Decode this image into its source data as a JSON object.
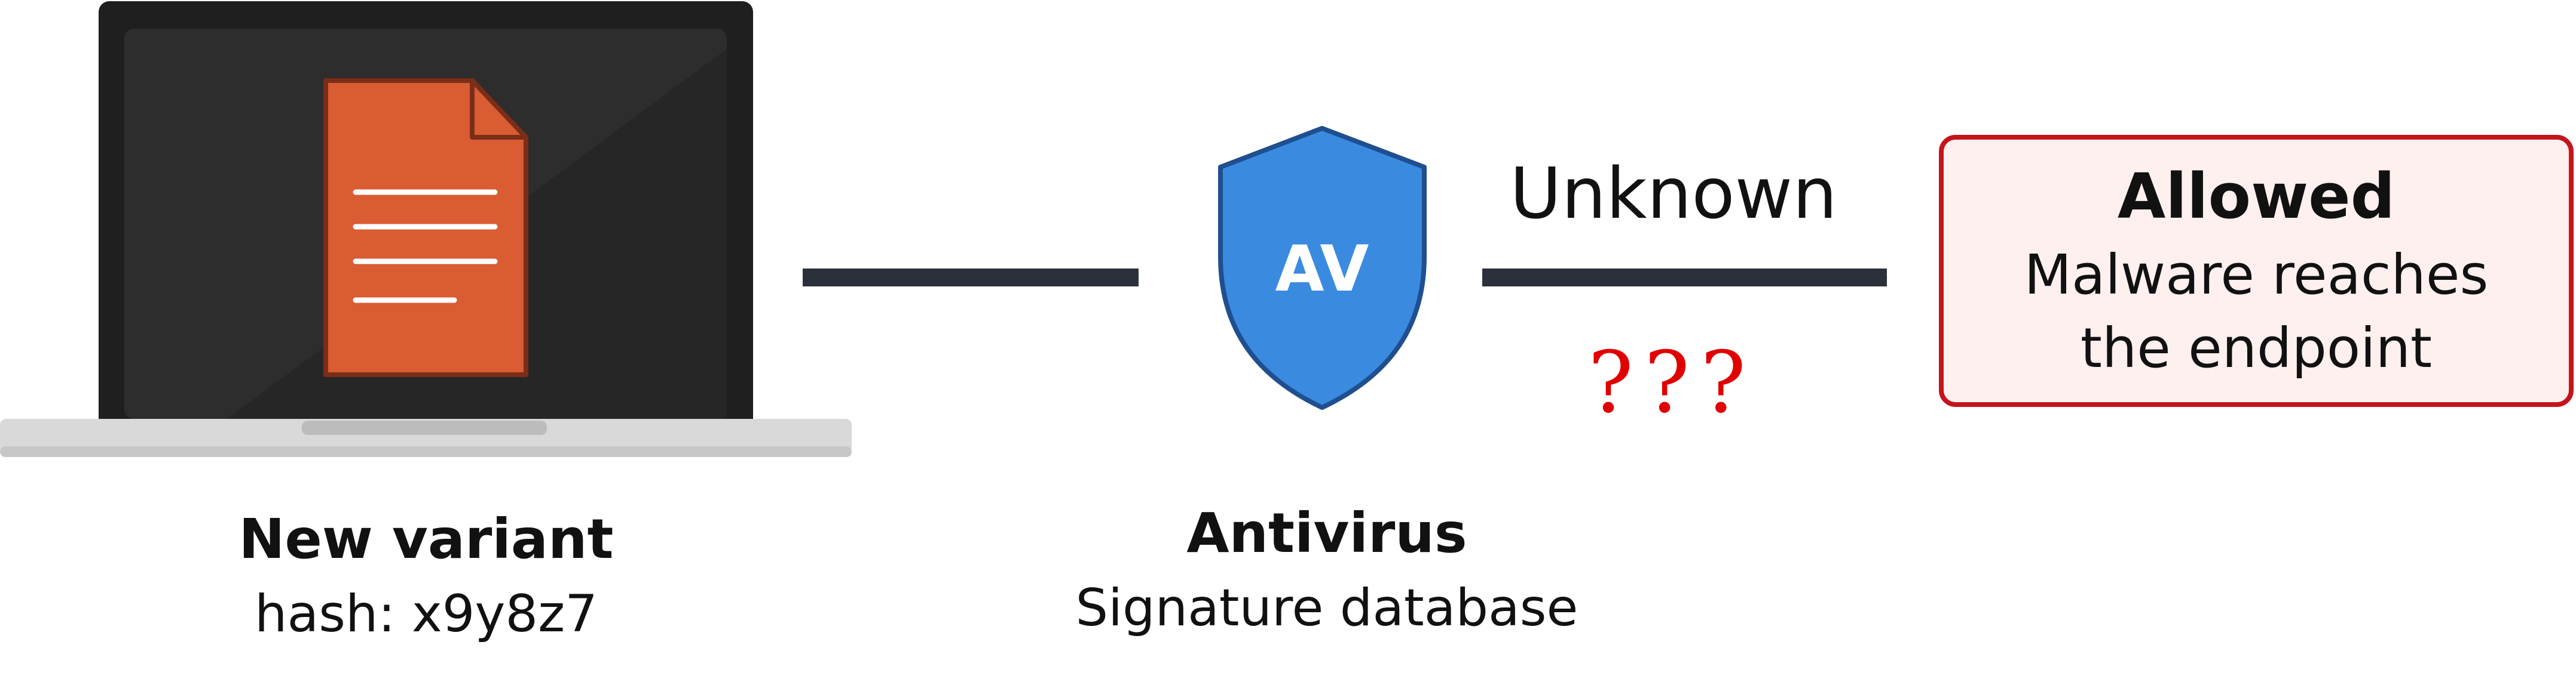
{
  "source": {
    "title": "New variant",
    "subtitle": "hash: x9y8z7",
    "icon": "document-icon"
  },
  "antivirus": {
    "badge": "AV",
    "title": "Antivirus",
    "subtitle": "Signature database",
    "icon": "shield-icon"
  },
  "edge": {
    "label": "Unknown",
    "uncertainty": "???"
  },
  "result": {
    "title": "Allowed",
    "line1": "Malware reaches",
    "line2": "the endpoint"
  },
  "colors": {
    "laptop_frame": "#1f1f1f",
    "laptop_screen": "#2d2d2d",
    "laptop_base": "#d9d9d9",
    "document_fill": "#d95c33",
    "document_stroke": "#7a2e18",
    "shield_fill": "#3a8ae0",
    "shield_stroke": "#1f4f8f",
    "arrow": "#2b313b",
    "question": "#e00000",
    "result_fill": "#fdf0ef",
    "result_stroke": "#c4141c"
  }
}
